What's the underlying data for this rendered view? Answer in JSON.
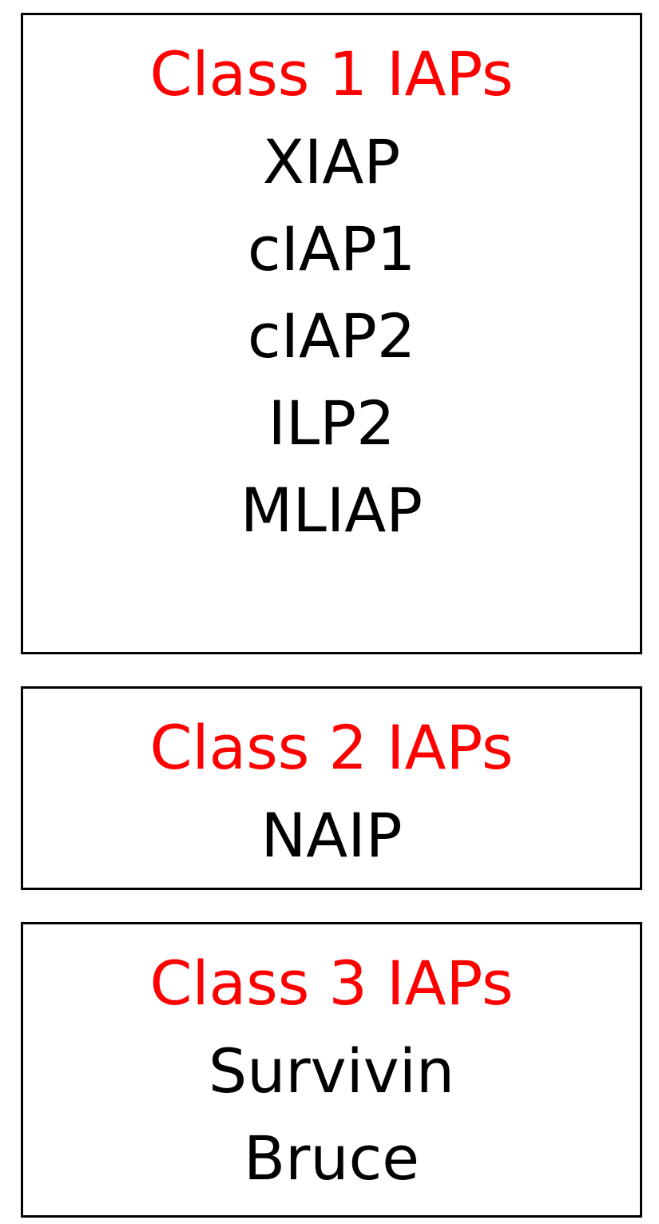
{
  "colors": {
    "title": "#ff0000",
    "item": "#000000",
    "border": "#000000"
  },
  "classes": [
    {
      "title": "Class 1 IAPs",
      "items": [
        "XIAP",
        "cIAP1",
        "cIAP2",
        "ILP2",
        "MLIAP"
      ]
    },
    {
      "title": "Class 2 IAPs",
      "items": [
        "NAIP"
      ]
    },
    {
      "title": "Class 3 IAPs",
      "items": [
        "Survivin",
        "Bruce"
      ]
    }
  ]
}
